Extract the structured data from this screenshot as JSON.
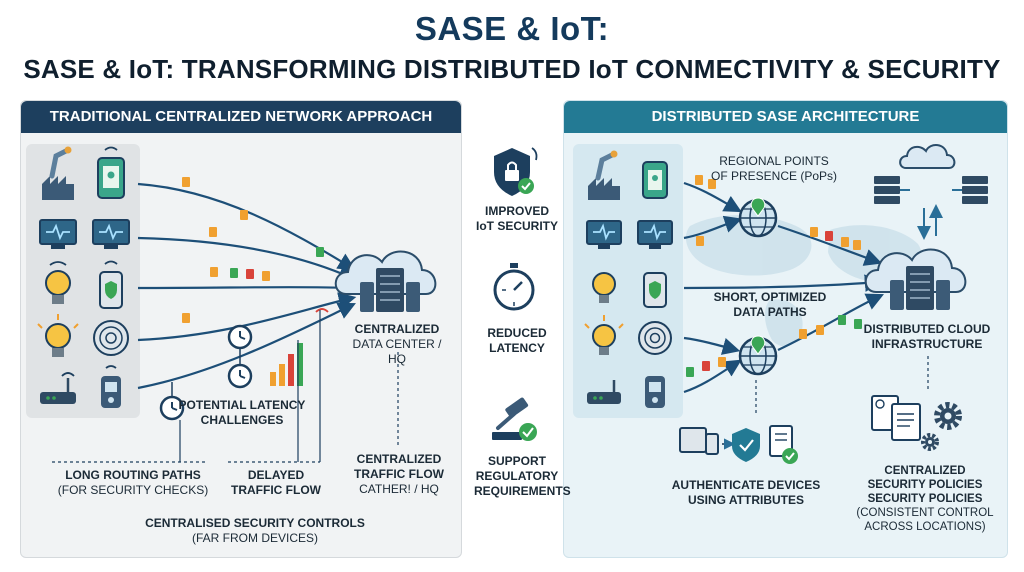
{
  "title": "SASE & IoT:",
  "subtitle": "SASE & IoT: TRANSFORMING DISTRIBUTED IoT CONMECTIVITY & SECURITY",
  "left": {
    "header": "TRADITIONAL CENTRALIZED NETWORK APPROACH",
    "datacenter": [
      "CENTRALIZED",
      "DATA CENTER / HQ"
    ],
    "latency": [
      "POTENTIAL LATENCY",
      "CHALLENGES"
    ],
    "long_routing": [
      "LONG ROUTING PATHS",
      "(FOR SECURITY CHECKS)"
    ],
    "delayed": [
      "DELAYED",
      "TRAFFIC FLOW"
    ],
    "traffic": [
      "CENTRALIZED",
      "TRAFFIC FLOW",
      "CATHER! / HQ"
    ],
    "controls": [
      "CENTRALISED SECURITY CONTROLS",
      "(FAR FROM DEVICES)"
    ]
  },
  "middle": {
    "security": [
      "IMPROVED",
      "IoT SECURITY"
    ],
    "latency": [
      "REDUCED",
      "LATENCY"
    ],
    "regulatory": [
      "SUPPORT",
      "REGULATORY",
      "REQUIREMENTS"
    ]
  },
  "right": {
    "header": "DISTRIBUTED SASE ARCHITECTURE",
    "pops": [
      "REGIONAL POINTS",
      "OF PRESENCE (PoPs)"
    ],
    "paths": [
      "SHORT, OPTIMIZED",
      "DATA PATHS"
    ],
    "cloud": [
      "DISTRIBUTED CLOUD",
      "INFRASTRUCTURE"
    ],
    "auth": [
      "AUTHENTICATE DEVICES",
      "USING ATTRIBUTES"
    ],
    "policies": [
      "CENTRALIZED",
      "SECURITY POLICIES",
      "SECURITY POLICIES",
      "(CONSISTENT CONTROL",
      "ACROSS LOCATIONS)"
    ]
  },
  "colors": {
    "navy": "#1d3f5e",
    "teal": "#237a94",
    "green": "#3aa655",
    "orange": "#f0a030",
    "red": "#d9433a"
  },
  "icons": [
    "robot-arm-icon",
    "factory-icon",
    "phone-icon",
    "monitor-icon",
    "lightbulb-icon",
    "sensor-icon",
    "router-icon",
    "tracker-icon",
    "cloud-server-icon",
    "globe-pin-icon",
    "shield-lock-icon",
    "stopwatch-icon",
    "gavel-icon",
    "gear-icon",
    "document-icon",
    "checkmark-icon"
  ]
}
